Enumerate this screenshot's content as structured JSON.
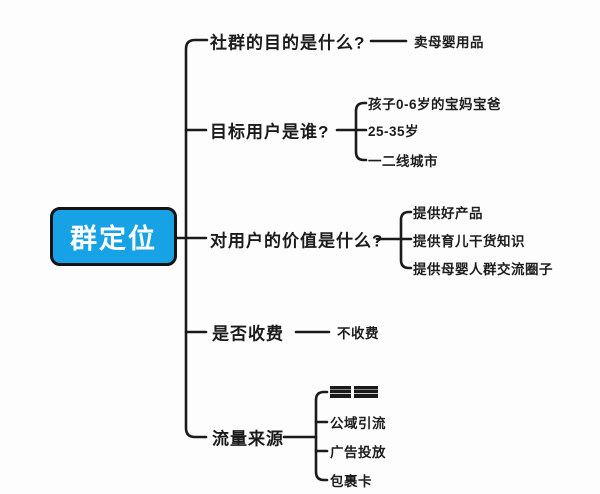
{
  "root": {
    "label": "群定位"
  },
  "branches": [
    {
      "label": "社群的目的是什么?",
      "children": [
        {
          "label": "卖母婴用品"
        }
      ]
    },
    {
      "label": "目标用户是谁?",
      "children": [
        {
          "label": "孩子0-6岁的宝妈宝爸"
        },
        {
          "label": "25-35岁"
        },
        {
          "label": "一二线城市"
        }
      ]
    },
    {
      "label": "对用户的价值是什么?",
      "children": [
        {
          "label": "提供好产品"
        },
        {
          "label": "提供育儿干货知识"
        },
        {
          "label": "提供母婴人群交流圈子"
        }
      ]
    },
    {
      "label": "是否收费",
      "children": [
        {
          "label": "不收费"
        }
      ]
    },
    {
      "label": "流量来源",
      "children": [
        {
          "label": "",
          "redacted": true
        },
        {
          "label": "公域引流"
        },
        {
          "label": "广告投放"
        },
        {
          "label": "包裹卡"
        }
      ]
    }
  ],
  "colors": {
    "background": "#fdfdfd",
    "line": "#1b1b1b",
    "root_background": "#18a2e6",
    "root_border": "#131313",
    "root_text": "#ffffff",
    "label_text": "#1b1b1b"
  }
}
